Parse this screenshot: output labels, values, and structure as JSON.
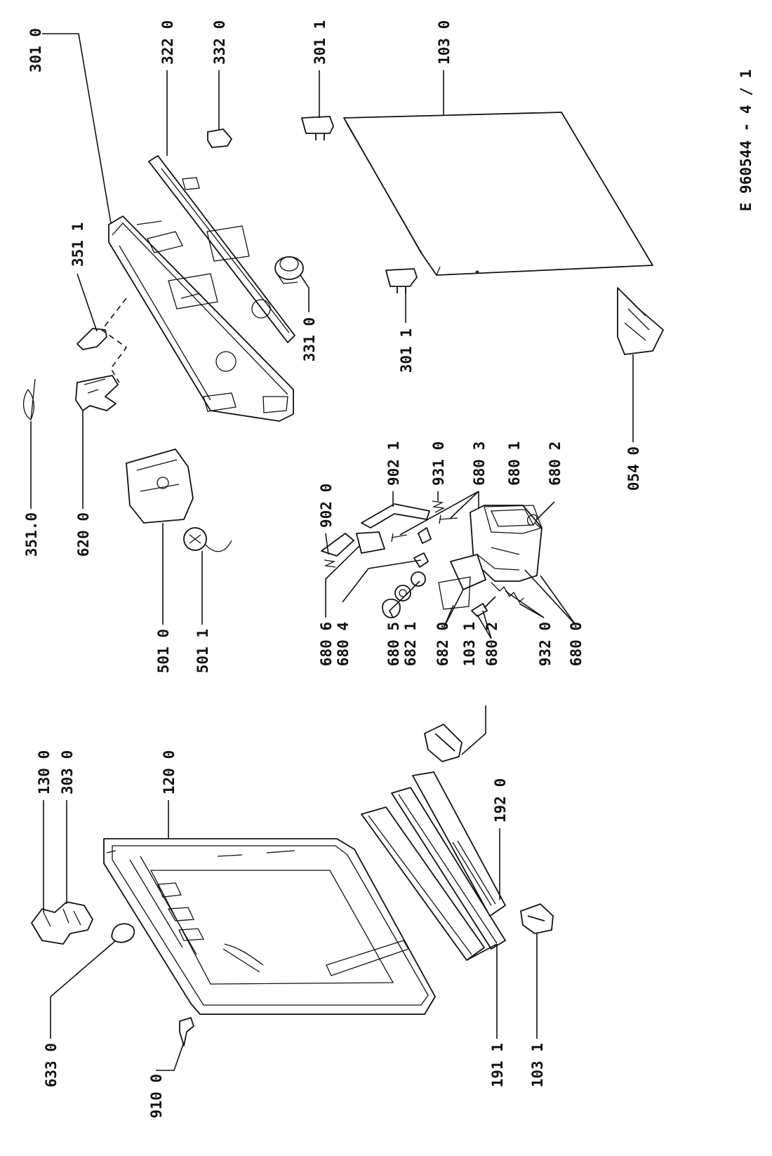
{
  "drawing_code": "E  960544 - 4 / 1",
  "callouts": {
    "c3010": "301 0",
    "c3220": "322 0",
    "c3320": "332 0",
    "c3011a": "301 1",
    "c1030": "103 0",
    "c3511": "351 1",
    "c3310": "331 0",
    "c3011b": "301 1",
    "c3510": "351.0",
    "c6200": "620 0",
    "c5010": "501 0",
    "c5011": "501 1",
    "c9021": "902 1",
    "c9310": "931 0",
    "c6803": "680 3",
    "c6801": "680 1",
    "c6802a": "680 2",
    "c0540": "054 0",
    "c9020": "902 0",
    "c6806": "680 6",
    "c6804": "680 4",
    "c6805": "680 5",
    "c6821": "682 1",
    "c6820": "682 0",
    "c1031a": "103 1",
    "c6802b": "680 2",
    "c9320": "932 0",
    "c6800": "680 0",
    "c1300": "130 0",
    "c3030": "303 0",
    "c1200": "120 0",
    "c1920": "192 0",
    "c6330": "633 0",
    "c9100": "910 0",
    "c1911": "191 1",
    "c1031b": "103 1"
  }
}
